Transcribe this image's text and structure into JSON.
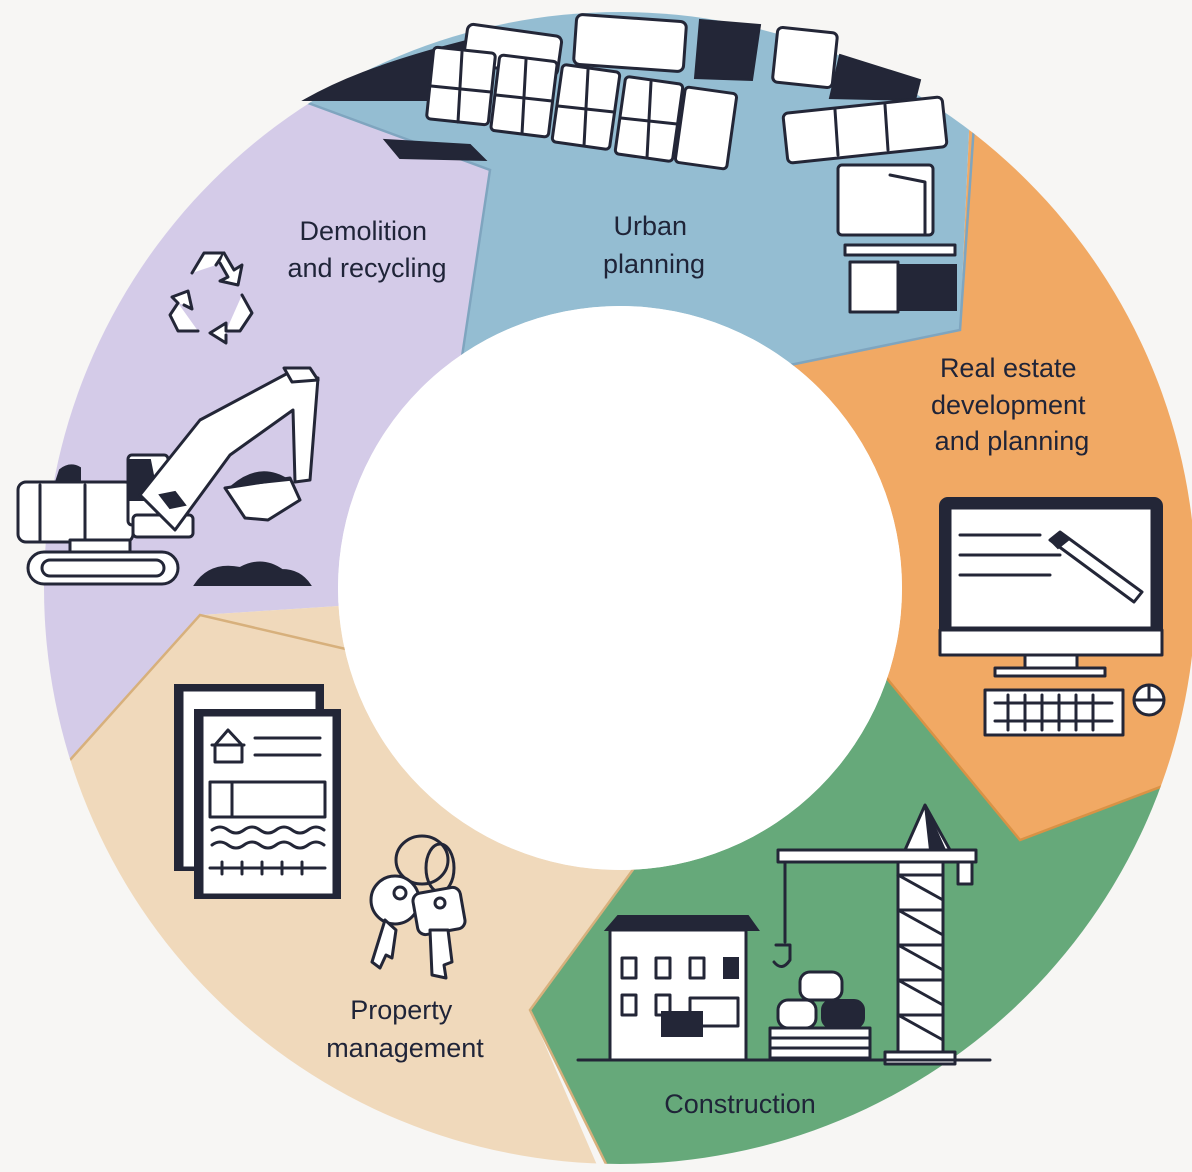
{
  "diagram": {
    "segments": [
      {
        "id": "urban-planning",
        "lines": [
          "Urban",
          "planning"
        ],
        "color": "#94bdd2"
      },
      {
        "id": "real-estate",
        "lines": [
          "Real estate",
          "development",
          "and planning"
        ],
        "color": "#f1a964"
      },
      {
        "id": "construction",
        "lines": [
          "Construction"
        ],
        "color": "#66a97a"
      },
      {
        "id": "property-management",
        "lines": [
          "Property",
          "management"
        ],
        "color": "#f0d9bb"
      },
      {
        "id": "demolition",
        "lines": [
          "Demolition",
          "and recycling"
        ],
        "color": "#d4cbe8"
      }
    ],
    "colors": {
      "background": "#f7f6f4",
      "ink": "#232637",
      "center": "#ffffff"
    }
  }
}
